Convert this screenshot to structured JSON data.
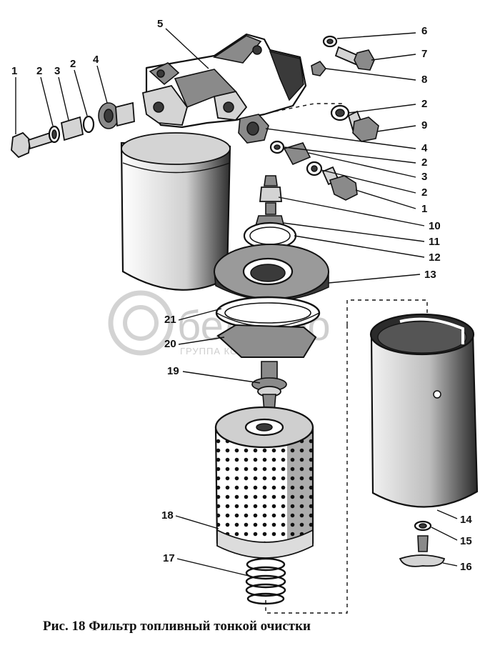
{
  "caption": "Рис. 18  Фильтр топливный тонкой очистки",
  "watermark": {
    "name": "белагро",
    "subtitle": "ГРУППА КОМПАНИЙ"
  },
  "callouts": [
    "1",
    "2",
    "3",
    "2",
    "4",
    "5",
    "6",
    "7",
    "8",
    "2",
    "9",
    "4",
    "2",
    "3",
    "2",
    "1",
    "10",
    "11",
    "12",
    "13",
    "21",
    "20",
    "19",
    "18",
    "17",
    "14",
    "15",
    "16"
  ]
}
